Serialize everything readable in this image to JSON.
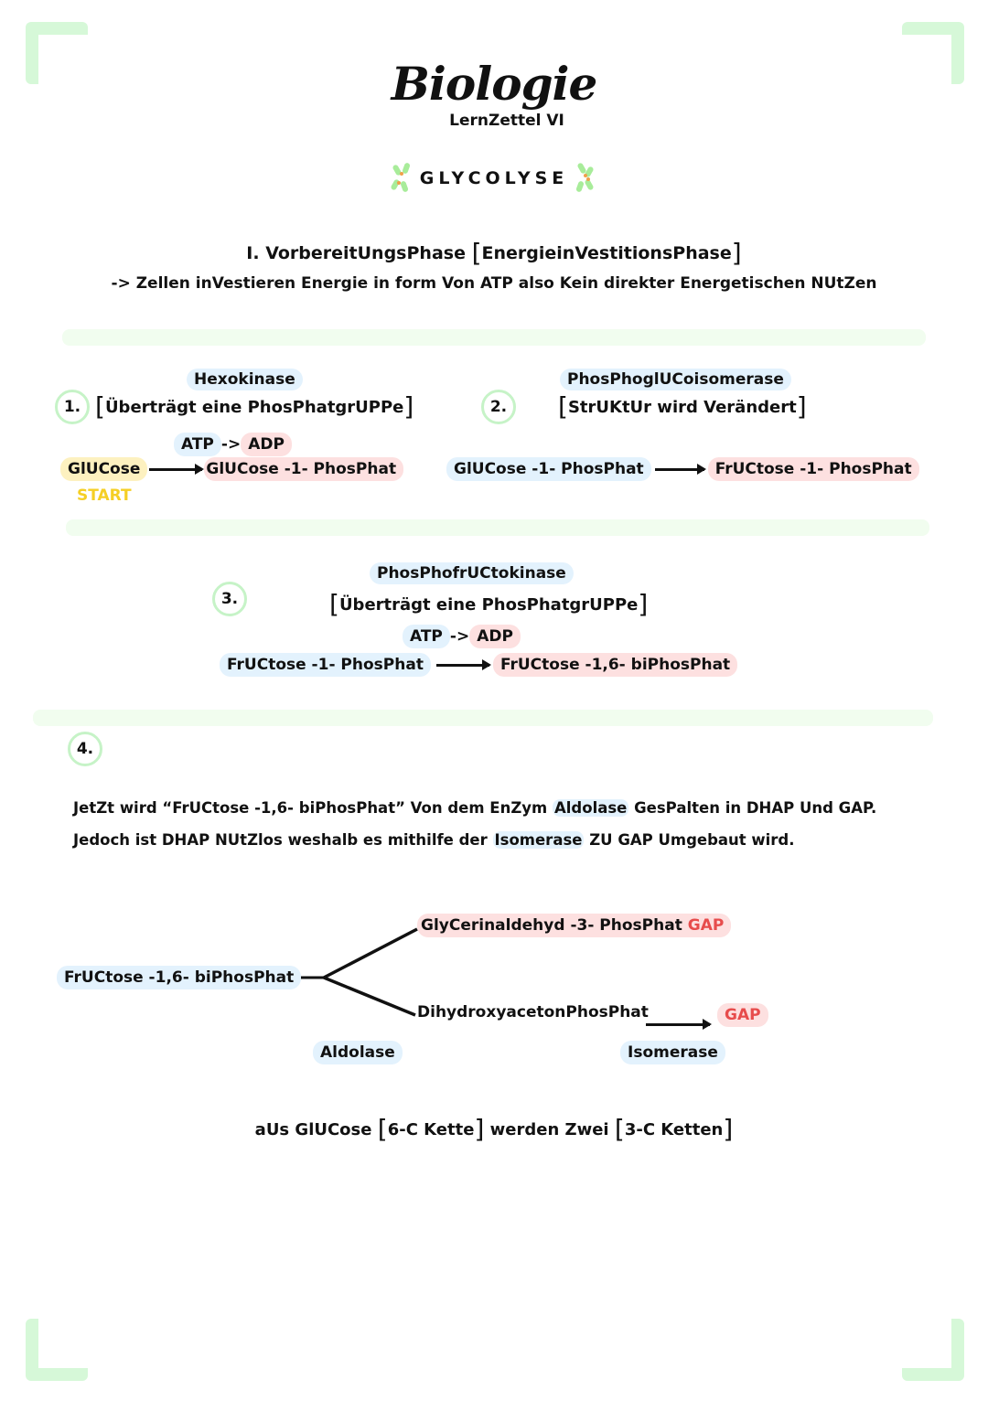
{
  "header": {
    "title": "Biologie",
    "subtitle": "LernZettel VI",
    "section": "GLYCOLYSE"
  },
  "phase": {
    "title": "I. VorbereitUngsPhase",
    "title_bracket": "EnergieinVestitionsPhase",
    "description": "-> Zellen inVestieren Energie in form Von ATP also Kein direkter Energetischen NUtZen"
  },
  "steps": [
    {
      "number": "1.",
      "enzyme": "Hexokinase",
      "action": "Überträgt eine PhosPhatgrUPPe",
      "cofactor_in": "ATP",
      "cofactor_sep": "->",
      "cofactor_out": "ADP",
      "substrate": "GlUCose",
      "substrate_note": "START",
      "product": "GlUCose -1- PhosPhat"
    },
    {
      "number": "2.",
      "enzyme": "PhosPhoglUCoisomerase",
      "action": "StrUKtUr wird Verändert",
      "substrate": "GlUCose -1- PhosPhat",
      "product": "FrUCtose -1- PhosPhat"
    },
    {
      "number": "3.",
      "enzyme": "PhosPhofrUCtokinase",
      "action": "Überträgt eine PhosPhatgrUPPe",
      "cofactor_in": "ATP",
      "cofactor_sep": "->",
      "cofactor_out": "ADP",
      "substrate": "FrUCtose -1- PhosPhat",
      "product": "FrUCtose -1,6- biPhosPhat"
    },
    {
      "number": "4.",
      "text_line1_a": "JetZt wird “FrUCtose -1,6- biPhosPhat” Von dem EnZym",
      "text_line1_hl": "Aldolase",
      "text_line1_b": "GesPalten in DHAP Und  GAP.",
      "text_line2_a": "Jedoch ist DHAP NUtZlos weshalb es mithilfe der",
      "text_line2_hl": "Isomerase",
      "text_line2_b": "ZU GAP Umgebaut wird."
    }
  ],
  "split_diagram": {
    "source": "FrUCtose -1,6- biPhosPhat",
    "upper_product": "GlyCerinaldehyd -3- PhosPhat",
    "upper_tag": "GAP",
    "lower_product": "DihydroxyacetonPhosPhat",
    "lower_result": "GAP",
    "enzyme_left": "Aldolase",
    "enzyme_right": "Isomerase"
  },
  "summary": {
    "pre": "aUs GlUCose",
    "bracket1": "6-C Kette",
    "mid": "werden Zwei",
    "bracket2": "3-C Ketten"
  },
  "colors": {
    "accent_green": "#d6f8d8",
    "highlight_blue": "#e3f2fd",
    "highlight_pink": "#fde0e0",
    "highlight_yellow": "#fdf1c0",
    "start_yellow": "#f5cf25",
    "gap_red": "#e74c4c"
  }
}
